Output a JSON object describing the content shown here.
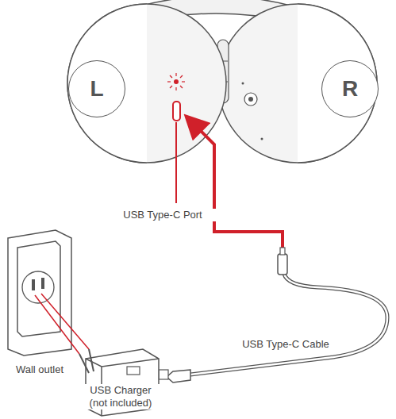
{
  "diagram": {
    "nodes": [
      {
        "text": [
          "L"
        ]
      },
      {
        "text": [
          "R"
        ]
      }
    ],
    "labels": [
      "USB Type-C Port",
      "USB Type-C Cable",
      "Wall outlet",
      "USB Charger (not included)"
    ]
  }
}
